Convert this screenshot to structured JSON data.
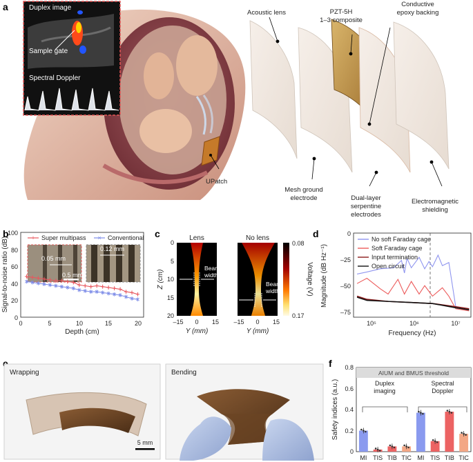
{
  "panels": {
    "a": {
      "letter": "a",
      "inset_labels": [
        "Duplex image",
        "Sample gate",
        "Spectral Doppler"
      ],
      "device_label": "UPatch",
      "layer_labels": [
        "Acoustic lens",
        "PZT-5H\n1–3 composite",
        "Conductive\nepoxy backing",
        "Mesh ground\nelectrode",
        "Dual-layer\nserpentine\nelectrodes",
        "Electromagnetic\nshielding"
      ]
    },
    "b": {
      "letter": "b",
      "legend": [
        "Super multipass",
        "Conventional"
      ],
      "inset_dims": [
        "0.05 mm",
        "0.5 mm",
        "0.12 mm"
      ],
      "xlabel": "Depth (cm)",
      "ylabel": "Signal-to-noise ratio (dB)",
      "xticks": [
        "0",
        "5",
        "10",
        "15",
        "20"
      ],
      "yticks": [
        "0",
        "20",
        "40",
        "60",
        "80",
        "100"
      ],
      "colors": {
        "super": "#e8575e",
        "conv": "#7f8ee8"
      }
    },
    "c": {
      "letter": "c",
      "titles": [
        "Lens",
        "No lens"
      ],
      "beam_label": "Beam\nwidth",
      "ylabel": "Z (cm)",
      "xlabel": "Y (mm)",
      "yticks": [
        "0",
        "5",
        "10",
        "15",
        "20"
      ],
      "xticks": [
        "–15",
        "0",
        "15"
      ],
      "colorbar_label": "Voltage (V)",
      "colorbar_ticks": [
        "0.08",
        "0.17"
      ]
    },
    "d": {
      "letter": "d",
      "legend": [
        "No soft Faraday cage",
        "Soft Faraday cage",
        "Input termination",
        "Open circuit"
      ],
      "ylabel": "Magnitude (dB Hz⁻¹)",
      "xlabel": "Frequency (Hz)",
      "yticks": [
        "0",
        "–25",
        "–50",
        "–75"
      ],
      "xticks": [
        "10⁵",
        "10⁶",
        "10⁷"
      ],
      "colors": {
        "no_cage": "#8f95ef",
        "cage": "#ec5b5b",
        "input": "#8b1a1a",
        "open": "#111111"
      }
    },
    "e": {
      "letter": "e",
      "titles": [
        "Wrapping",
        "Bending"
      ],
      "scale": "5 mm"
    },
    "f": {
      "letter": "f",
      "threshold": "AIUM and BMUS threshold",
      "groups": [
        "Duplex\nimaging",
        "Spectral\nDoppler"
      ],
      "ylabel": "Safety indices (a.u.)",
      "yticks": [
        "0",
        "0.2",
        "0.4",
        "0.6",
        "0.8"
      ],
      "categories": [
        "MI",
        "TIS",
        "TIB",
        "TIC",
        "MI",
        "TIS",
        "TIB",
        "TIC"
      ]
    }
  },
  "chart_data": [
    {
      "panel": "b",
      "type": "line",
      "x": [
        1,
        2,
        3,
        4,
        5,
        6,
        7,
        8,
        9,
        10,
        11,
        12,
        13,
        14,
        15,
        16,
        17,
        18,
        19,
        20
      ],
      "series": [
        {
          "name": "Super multipass",
          "values": [
            48,
            47,
            46,
            45,
            44,
            43,
            43,
            42,
            41,
            38,
            37,
            36,
            37,
            36,
            35,
            34,
            33,
            30,
            29,
            27
          ]
        },
        {
          "name": "Conventional",
          "values": [
            42,
            41,
            40,
            39,
            38,
            37,
            36,
            35,
            34,
            32,
            31,
            30,
            30,
            29,
            28,
            27,
            26,
            24,
            22,
            21
          ]
        }
      ],
      "xlabel": "Depth (cm)",
      "ylabel": "Signal-to-noise ratio (dB)",
      "xlim": [
        0,
        21
      ],
      "ylim": [
        0,
        100
      ]
    },
    {
      "panel": "d",
      "type": "line",
      "x_scale": "log",
      "series": [
        {
          "name": "No soft Faraday cage",
          "x": [
            60000,
            100000,
            200000,
            400000,
            600000,
            700000,
            800000,
            1000000,
            1500000,
            2000000,
            2500000,
            3000000,
            4000000,
            5000000,
            7000000,
            10000000,
            20000000
          ],
          "values": [
            -39,
            -37,
            -34,
            -33,
            -26,
            -38,
            -24,
            -33,
            -23,
            -34,
            -27,
            -32,
            -21,
            -31,
            -28,
            -70,
            -72
          ]
        },
        {
          "name": "Soft Faraday cage",
          "x": [
            60000,
            100000,
            200000,
            300000,
            500000,
            700000,
            1000000,
            1500000,
            2000000,
            3000000,
            5000000,
            7000000,
            10000000,
            20000000
          ],
          "values": [
            -48,
            -43,
            -53,
            -58,
            -44,
            -58,
            -46,
            -58,
            -50,
            -60,
            -52,
            -60,
            -72,
            -74
          ]
        },
        {
          "name": "Input termination",
          "x": [
            60000,
            100000,
            300000,
            1000000,
            3000000,
            10000000,
            20000000
          ],
          "values": [
            -60,
            -63,
            -65,
            -66,
            -67,
            -70,
            -72
          ]
        },
        {
          "name": "Open circuit",
          "x": [
            60000,
            100000,
            300000,
            1000000,
            3000000,
            10000000,
            20000000
          ],
          "values": [
            -61,
            -64,
            -65,
            -66,
            -67,
            -71,
            -73
          ]
        }
      ],
      "xlabel": "Frequency (Hz)",
      "ylabel": "Magnitude (dB Hz⁻¹)",
      "ylim": [
        -80,
        0
      ]
    },
    {
      "panel": "f",
      "type": "bar",
      "categories": [
        "MI",
        "TIS",
        "TIB",
        "TIC",
        "MI",
        "TIS",
        "TIB",
        "TIC"
      ],
      "values": [
        0.2,
        0.02,
        0.05,
        0.05,
        0.37,
        0.1,
        0.38,
        0.17
      ],
      "groups": [
        "Duplex imaging",
        "Spectral Doppler"
      ],
      "colors": [
        "#8a9aef",
        "#ec6363",
        "#ec6363",
        "#f3a785",
        "#8a9aef",
        "#ec6363",
        "#ec6363",
        "#f3a785"
      ],
      "ylabel": "Safety indices (a.u.)",
      "ylim": [
        0,
        0.8
      ],
      "threshold_band": [
        0.7,
        0.8
      ]
    }
  ]
}
